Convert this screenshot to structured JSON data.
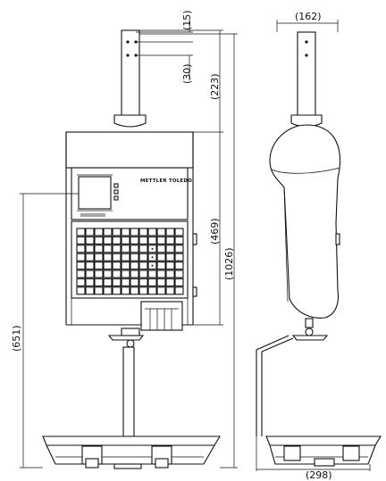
{
  "dimensions": {
    "pole_top_offset": "(15)",
    "pole_hole_spacing": "(30)",
    "pole_height": "(223)",
    "body_height": "(469)",
    "overall_height": "(1026)",
    "base_to_display": "(651)",
    "side_depth_top": "(162)",
    "base_depth": "(298)"
  },
  "brand_label": "METTLER TOLEDO"
}
